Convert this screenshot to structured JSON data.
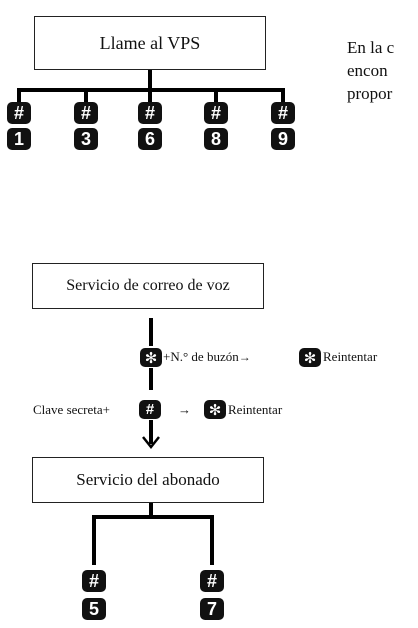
{
  "top_box": {
    "label": "Llame al VPS"
  },
  "top_keys": [
    {
      "prefix": "#",
      "digit": "1"
    },
    {
      "prefix": "#",
      "digit": "3"
    },
    {
      "prefix": "#",
      "digit": "6"
    },
    {
      "prefix": "#",
      "digit": "8"
    },
    {
      "prefix": "#",
      "digit": "9"
    }
  ],
  "intro_text": [
    "En la c",
    "encon",
    "propor"
  ],
  "voicemail_box": {
    "label": "Servicio de correo de voz"
  },
  "step1": {
    "key": "✻",
    "text": "+N.° de buzón",
    "arrow": "→",
    "retry_key": "✻",
    "retry_label": "Reintentar"
  },
  "step2": {
    "text": "Clave secreta+",
    "key": "#",
    "arrow": "→",
    "retry_key": "✻",
    "retry_label": "Reintentar"
  },
  "subscriber_box": {
    "label": "Servicio del abonado"
  },
  "bottom_keys": [
    {
      "prefix": "#",
      "digit": "5"
    },
    {
      "prefix": "#",
      "digit": "7"
    }
  ]
}
